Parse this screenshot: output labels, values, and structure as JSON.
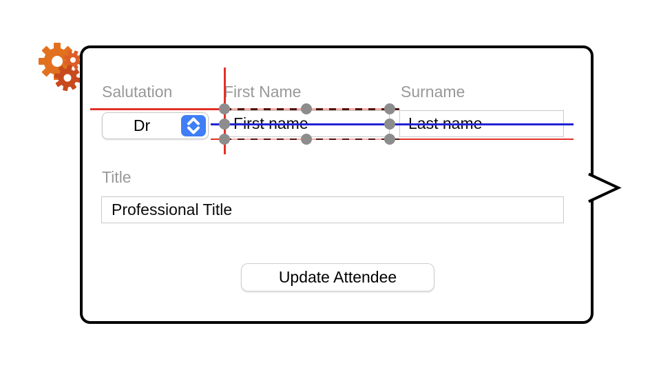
{
  "icon": {
    "name": "gears-app-icon",
    "gear_large_color": "#e2711f",
    "gear_small_color": "#dd5f26",
    "gear_medium_color": "#c74a1e"
  },
  "form": {
    "salutation_label": "Salutation",
    "first_name_label": "First Name",
    "surname_label": "Surname",
    "title_label": "Title",
    "salutation_value": "Dr",
    "first_name_placeholder": "First name",
    "surname_placeholder": "Last name",
    "title_placeholder": "Professional Title",
    "update_button_label": "Update Attendee"
  },
  "editor_overlay": {
    "panel_border_color": "#000000",
    "label_color": "#989898",
    "guide_color": "#e23126",
    "baseline_color": "#2222d4",
    "handle_color": "#8d8d8d",
    "selection_dash_dark": "#4e130e",
    "selection_dash_light": "#f2aaa2",
    "stepper_color": "#3f7ef7"
  }
}
